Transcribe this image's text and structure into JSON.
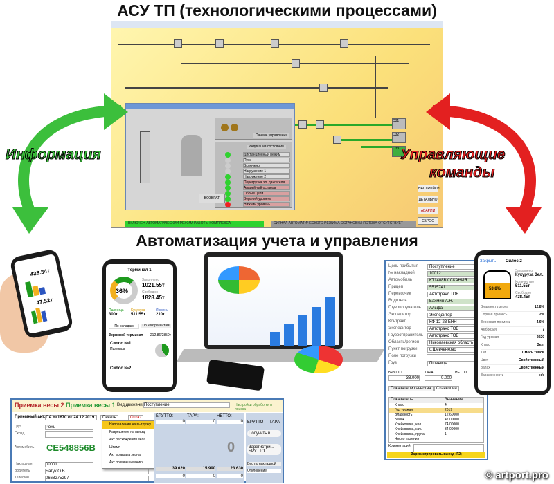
{
  "titles": {
    "top": "АСУ ТП (технологическими процессами)",
    "middle": "Автоматизация учета и управления"
  },
  "arrows": {
    "left_label": "Информация",
    "right_label_1": "Управляющие",
    "right_label_2": "команды",
    "left_color": "#3cbf3c",
    "right_color": "#e32020"
  },
  "scada": {
    "status_left": "ВКЛЮЧЕН АВТОМАТИЧЕСКИЙ РЕЖИМ РАБОТЫ КОМПЛЕКСА",
    "status_right": "СИГНАЛ АВТОМАТИЧЕСКОГО РЕЖИМА ОСТАНОВКИ ПОТОКА ОТСУТСТВУЕТ",
    "buttons": [
      "НАСТРОЙКИ",
      "ДЕТАЛЬНО",
      "АВАРИИ",
      "СБРОС"
    ],
    "dialog": {
      "panel_label": "Панель управления",
      "state_label": "Индикация состояния",
      "return_button": "ВОЗВРАТ",
      "indicators": [
        "Дистанционный режим",
        "Пуск",
        "Включено",
        "Нагружение 1",
        "Нагружение 2",
        "Перегрузка эл. двигателя",
        "Аварийный останов",
        "Обрыв цепи",
        "Верхний уровень",
        "Нижний уровень"
      ]
    },
    "silos": [
      "С31",
      "С32",
      "С33"
    ]
  },
  "phone_hand": {
    "value1": "438.34т",
    "value2": "47.52т"
  },
  "phone_terminal": {
    "title": "Терминал 1",
    "percent": "36%",
    "filled_label": "Заполнено",
    "filled": "1021.55т",
    "free_label": "Свободно",
    "free": "1828.45т",
    "crops": [
      {
        "name": "Пшеница",
        "value": "300т"
      },
      {
        "name": "Кукуруза",
        "value": "511.55т"
      },
      {
        "name": "Ячмень",
        "value": "210т"
      }
    ],
    "tabs": [
      "По складам",
      "По контрагентам"
    ],
    "section": "Зерновой терминал",
    "section_value": "212.86/2850т",
    "silo1": "Силос №1",
    "silo1_crop": "Пшеница",
    "silo2": "Силос №2"
  },
  "form": {
    "fields": [
      {
        "k": "Цель прибытия",
        "v": "Поступление"
      },
      {
        "k": "№ накладной",
        "v": "10012"
      },
      {
        "k": "Автомобиль",
        "v": "КТ1408ВК СКАНИЯ"
      },
      {
        "k": "Прицеп",
        "v": "5515741"
      },
      {
        "k": "Перевозчик",
        "v": "Автотранс ТОВ"
      },
      {
        "k": "Водитель",
        "v": "Бахмин А.Н."
      },
      {
        "k": "Грузополучатель",
        "v": "Альфа"
      },
      {
        "k": "Экспедитор",
        "v": "Экспедитор"
      },
      {
        "k": "Контракт",
        "v": "КФ-12-23 ЕНН"
      },
      {
        "k": "Экспедитор",
        "v": "Автотранс ТОВ"
      },
      {
        "k": "Грузоотправитель",
        "v": "Автотранс ТОВ"
      },
      {
        "k": "Область/регион",
        "v": "Николаевская область"
      },
      {
        "k": "Пункт погрузки",
        "v": "с.Шевченково"
      },
      {
        "k": "Поле погрузки",
        "v": ""
      },
      {
        "k": "Груз",
        "v": "Пшеница"
      }
    ],
    "weights": {
      "brutto_label": "БРУТТО",
      "tara_label": "ТАРА",
      "netto_label": "НЕТТО",
      "brutto": "38.000",
      "tara": "0.000"
    },
    "tabs": [
      "Показатели качества",
      "Сканкопии"
    ],
    "quality_header": [
      "Показатель",
      "Значение"
    ],
    "quality": [
      [
        "Класс",
        "4"
      ],
      [
        "Год урожая",
        "2019"
      ],
      [
        "Влажность",
        "12.60000"
      ],
      [
        "Белок",
        "47.00000"
      ],
      [
        "Клейковина, кол.",
        "74.00000"
      ],
      [
        "Клейковина, кач.",
        "34.00000"
      ],
      [
        "Клейковина, група",
        "1"
      ],
      [
        "Число падения",
        ""
      ]
    ],
    "comment_label": "Комментарий",
    "submit": "Зарегистрировать выезд (F2)"
  },
  "phone_right": {
    "back": "Закрыть",
    "title": "Силос 2",
    "percent": "53.8%",
    "crop_label": "Заполнено",
    "crop": "Кукуруза Зел.",
    "qty_label": "Количество",
    "qty": "511.55т",
    "free_label": "Свободно",
    "free": "438.45т",
    "props": [
      [
        "Влажность зерна",
        "12.8%"
      ],
      [
        "Сорная примесь",
        "2%"
      ],
      [
        "Зерновая примесь",
        "4.6%"
      ],
      [
        "Амброзия",
        "7"
      ],
      [
        "Год урожая",
        "2020"
      ],
      [
        "Класс",
        "Зел."
      ],
      [
        "Тип",
        "Смесь типов"
      ],
      [
        "Цвет",
        "Свойственный"
      ],
      [
        "Запах",
        "Свойственный"
      ],
      [
        "Зараженность",
        "н/з"
      ]
    ]
  },
  "weigh_app": {
    "tabs": [
      "Приемка весы 2",
      "Приемка весы 1"
    ],
    "movement_label": "Вид движения:",
    "movement": "Поступление",
    "settings_link": "Настройки обработки и поиска",
    "act_label": "Приемный акт:",
    "act": "ПА №1670 от 24.12.2019",
    "print": "Печать",
    "refuse": "Отказ",
    "menu": [
      "Направление на выгрузку",
      "Разрешение на выезд",
      "Акт расхождения веса",
      "Штамп",
      "Акт возврата зерна",
      "Акт по взвешиванию"
    ],
    "left_labels": [
      "Груз",
      "Склад",
      "Автомобиль",
      "Накладная",
      "Водитель",
      "Телефон"
    ],
    "cargo": "Рожь",
    "plate": "CE548856B",
    "invoice": "00001",
    "driver": "Батук О.В.",
    "phone": "0668275297",
    "brutto_label": "БРУТТО:",
    "tara_label": "ТАРА:",
    "netto_label": "НЕТТО:",
    "brutto": "0",
    "tara": "0",
    "netto": "0",
    "big_value": "0",
    "totals": [
      "39 620",
      "15 990",
      "23 630"
    ],
    "zeros": [
      "0",
      "0",
      "0"
    ],
    "radio_brutto": "БРУТТО",
    "radio_tara": "ТАРА",
    "get_weight": "Получить в...",
    "register": "Зарегистри... БРУТТО",
    "invoice_weight": "Вес по накладной",
    "deviation": "Отклонение"
  },
  "watermark": "© artport.pro"
}
